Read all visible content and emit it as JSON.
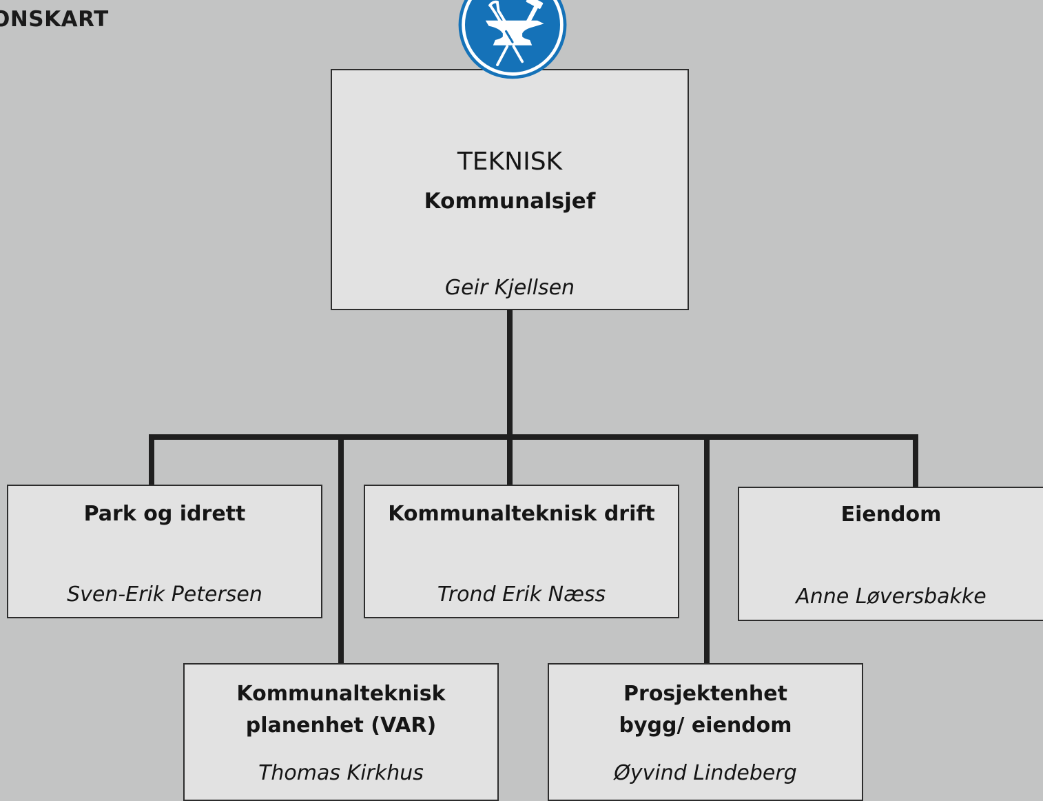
{
  "page": {
    "heading": "ONSKART"
  },
  "top": {
    "department": "TEKNISK",
    "role": "Kommunalsjef",
    "person": "Geir Kjellsen",
    "icon": "anvil-hammer-tongs-icon"
  },
  "units": [
    {
      "title": "Park og idrett",
      "person": "Sven-Erik Petersen"
    },
    {
      "title": "Kommunalteknisk drift",
      "person": "Trond Erik Næss"
    },
    {
      "title": "Eiendom",
      "person": "Anne Løversbakke"
    },
    {
      "title_line1": "Kommunalteknisk",
      "title_line2": "planenhet (VAR)",
      "person": "Thomas Kirkhus"
    },
    {
      "title_line1": "Prosjektenhet",
      "title_line2": "bygg/ eiendom",
      "person": "Øyvind Lindeberg"
    }
  ],
  "colors": {
    "background": "#c3c4c4",
    "box_fill": "#e2e2e2",
    "line": "#1f1f1f",
    "badge_blue": "#1572b8",
    "badge_ring": "#ffffff"
  }
}
